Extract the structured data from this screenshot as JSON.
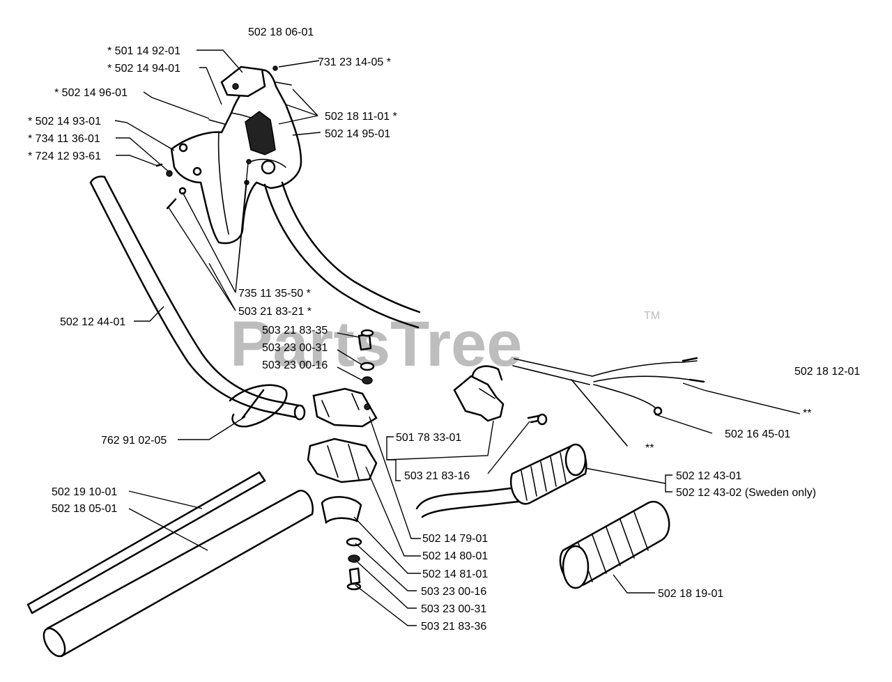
{
  "watermark": {
    "text": "PartsTree",
    "tm": "TM"
  },
  "labels": {
    "p1": "502 18 06-01",
    "p2": "*  501 14 92-01",
    "p3": "*  502  14 94-01",
    "p4": "731 23 14-05  *",
    "p5": "*  502 14 96-01",
    "p6": "502 18 11-01  *",
    "p7": "*  502 14 93-01",
    "p8": "502 14 95-01",
    "p9": "*  734 11 36-01",
    "p10": "*  724 12 93-61",
    "p11": "735 11 35-50  *",
    "p12": "503 21 83-21  *",
    "p13": "502 12 44-01",
    "p14": "503 21 83-35",
    "p15": "503 23 00-31",
    "p16": "503 23 00-16",
    "p17": "502 18 12-01",
    "p18": "**",
    "p19": "502 16 45-01",
    "p20": "**",
    "p21": "762 91 02-05",
    "p22": "501 78 33-01",
    "p23": "503 21 83-16",
    "p24": "502 12 43-01",
    "p25": "502 12 43-02 (Sweden only)",
    "p26": "502 19 10-01",
    "p27": "502 18 05-01",
    "p28": "502 14 79-01",
    "p29": "502 14 80-01",
    "p30": "502 14 81-01",
    "p31": "503 23 00-16",
    "p32": "503 23 00-31",
    "p33": "503 21 83-36",
    "p34": "502 18 19-01"
  }
}
